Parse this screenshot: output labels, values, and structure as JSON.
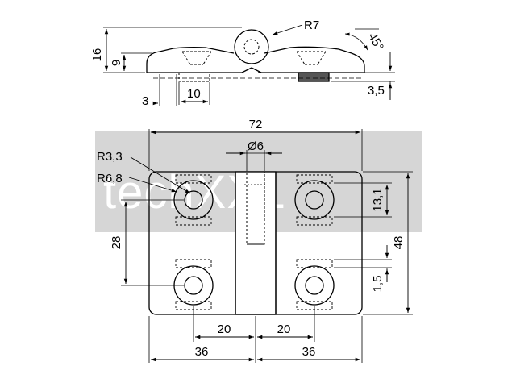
{
  "drawing": {
    "watermark": "techXXL",
    "side_view": {
      "height_total": "16",
      "height_leaf": "9",
      "radius_knuckle": "R7",
      "chamfer_angle": "45°",
      "pin_depth": "3",
      "pin_width": "10",
      "pin_height": "3,5"
    },
    "top_view": {
      "width_total": "72",
      "knuckle_diameter": "Ø6",
      "radius_hole": "R3,3",
      "radius_boss": "R6,8",
      "hole_pitch_vertical": "28",
      "height_total": "48",
      "pin_offset_upper": "13,1",
      "pin_offset_lower": "1,5",
      "hole_offset_left": "20",
      "hole_offset_right": "20",
      "half_width_left": "36",
      "half_width_right": "36"
    }
  }
}
